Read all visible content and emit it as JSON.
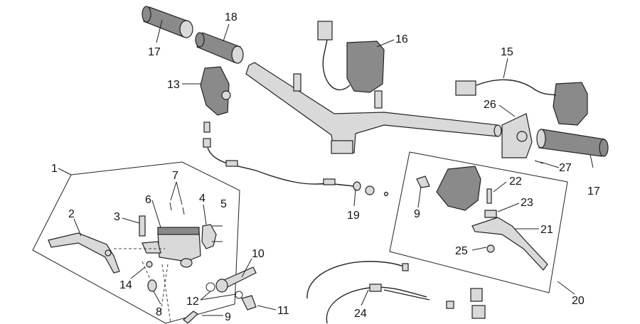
{
  "callouts": {
    "c1": "1",
    "c2": "2",
    "c3": "3",
    "c4": "4",
    "c5": "5",
    "c6": "6",
    "c7": "7",
    "c8": "8",
    "c9a": "9",
    "c9b": "9",
    "c10": "10",
    "c11": "11",
    "c12": "12",
    "c13": "13",
    "c14": "14",
    "c15": "15",
    "c16": "16",
    "c17a": "17",
    "c17b": "17",
    "c18": "18",
    "c19": "19",
    "c20": "20",
    "c21": "21",
    "c22": "22",
    "c23": "23",
    "c24": "24",
    "c25": "25",
    "c26": "26",
    "c27": "27"
  },
  "colors": {
    "line": "#222222",
    "part_fill": "#d9d9d9",
    "dark_fill": "#8a8a8a",
    "background": "#ffffff"
  }
}
